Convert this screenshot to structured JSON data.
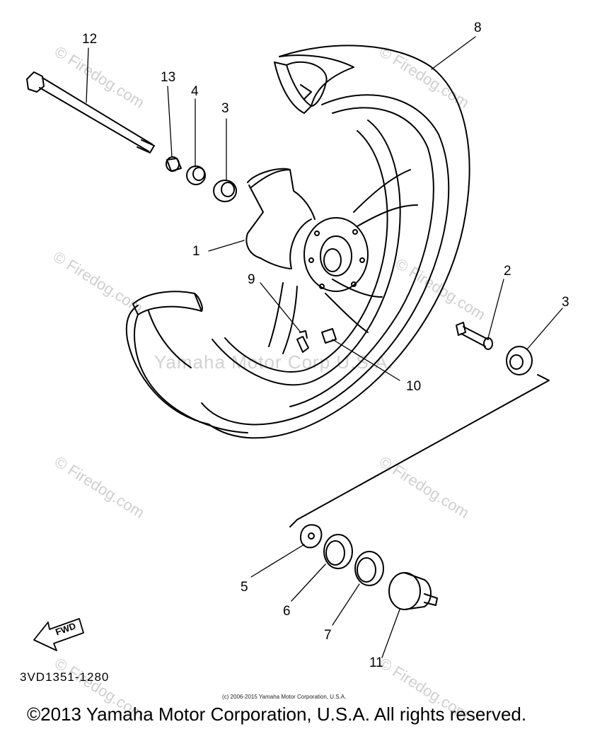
{
  "labels": {
    "p1": "1",
    "p2": "2",
    "p3a": "3",
    "p3b": "3",
    "p4": "4",
    "p5": "5",
    "p6": "6",
    "p7": "7",
    "p8": "8",
    "p9": "9",
    "p10": "10",
    "p11": "11",
    "p12": "12",
    "p13": "13"
  },
  "watermarks": {
    "firedog": "© Firedog.com",
    "center": "Yamaha Motor Corp U.S.A."
  },
  "fwd": "FWD",
  "diagram_code": "3VD1351-1280",
  "small_copyright": "(c) 2006-2015 Yamaha Motor Corporation, U.S.A.",
  "copyright": "©2013 Yamaha Motor Corporation, U.S.A. All rights reserved."
}
